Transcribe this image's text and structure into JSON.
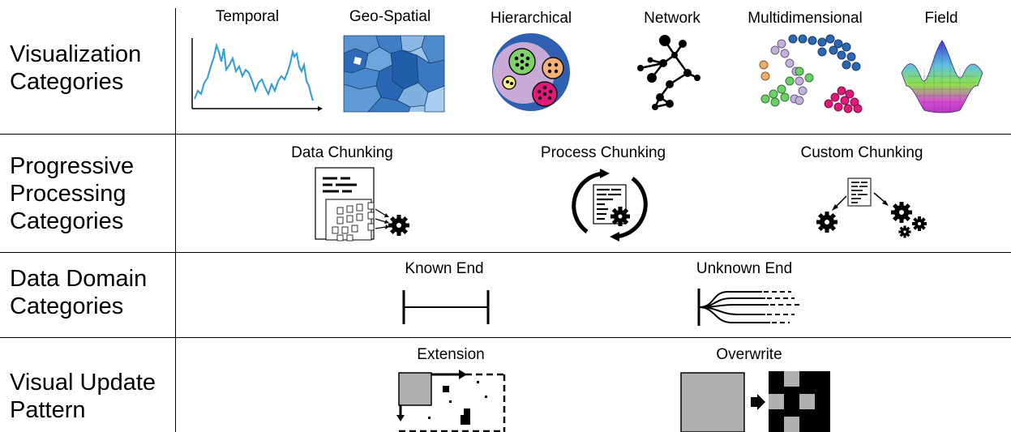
{
  "rows": [
    {
      "id": "visualization",
      "label": "Visualization\nCategories",
      "items": [
        {
          "label": "Temporal",
          "icon": "line-plot-icon"
        },
        {
          "label": "Geo-Spatial",
          "icon": "map-icon"
        },
        {
          "label": "Hierarchical",
          "icon": "nested-circles-icon"
        },
        {
          "label": "Network",
          "icon": "node-link-icon"
        },
        {
          "label": "Multidimensional",
          "icon": "scatter-clusters-icon"
        },
        {
          "label": "Field",
          "icon": "surface-plot-icon"
        }
      ]
    },
    {
      "id": "progressive-processing",
      "label": "Progressive\nProcessing\nCategories",
      "items": [
        {
          "label": "Data Chunking",
          "icon": "data-chunking-icon"
        },
        {
          "label": "Process Chunking",
          "icon": "process-chunking-icon"
        },
        {
          "label": "Custom Chunking",
          "icon": "custom-chunking-icon"
        }
      ]
    },
    {
      "id": "data-domain",
      "label": "Data Domain\nCategories",
      "items": [
        {
          "label": "Known End",
          "icon": "known-end-icon"
        },
        {
          "label": "Unknown End",
          "icon": "unknown-end-icon"
        }
      ]
    },
    {
      "id": "visual-update",
      "label": "Visual Update\nPattern",
      "items": [
        {
          "label": "Extension",
          "icon": "extension-icon"
        },
        {
          "label": "Overwrite",
          "icon": "overwrite-icon"
        }
      ]
    }
  ],
  "colors": {
    "line": "#2f9bd8",
    "map_dark": "#1f5ea8",
    "map_light": "#6aa6dc",
    "hier_outer": "#2f5fb0",
    "hier_inner": "#c9a9d6",
    "hier_green": "#7ed36b",
    "hier_orange": "#f5b178",
    "hier_yellow": "#f5ef8a",
    "hier_pink": "#e0197a",
    "md_blue": "#2c67b5",
    "md_purple": "#c3b1d9",
    "md_orange": "#f2ac6e",
    "md_green": "#6fcf6a",
    "md_pink": "#e0197a",
    "gray_fill": "#b0b0b0"
  }
}
